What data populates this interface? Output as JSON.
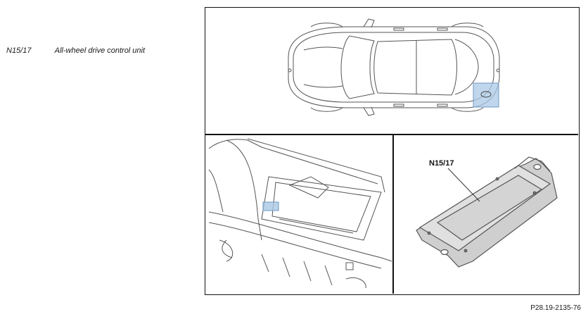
{
  "legend": [
    {
      "code": "N15/17",
      "description": "All-wheel drive control unit"
    }
  ],
  "callout_label": "N15/17",
  "figure_id": "P28.19-2135-76",
  "colors": {
    "highlight": "#a9c8e6",
    "module": "#d9d9d9",
    "line": "#555555",
    "frame": "#111111"
  }
}
